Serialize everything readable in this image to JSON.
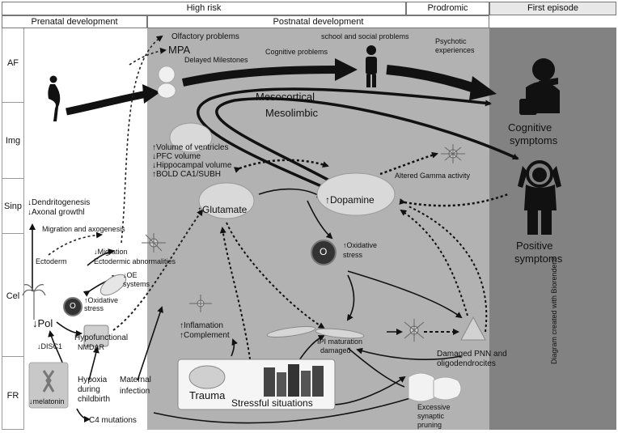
{
  "headers": {
    "high_risk": "High risk",
    "prodromic": "Prodromic",
    "first_episode": "First episode",
    "prenatal": "Prenatal development",
    "postnatal": "Postnatal development"
  },
  "row_labels": [
    "AF",
    "Img",
    "Sinp",
    "Cel",
    "FR"
  ],
  "labels": {
    "olfactory": "Olfactory problems",
    "mpa": "MPA",
    "delayed": "Delayed Milestones",
    "cognitive_problems": "Cognitive problems",
    "school": "school and social problems",
    "psychotic": "Psychotic",
    "psychotic2": "experiences",
    "mesocortical": "Mesocortical",
    "mesolimbic": "Mesolimbic",
    "cognitive_symptoms": "Cognitive",
    "cognitive_symptoms2": "symptoms",
    "img1": "↑Volume of ventricles",
    "img2": "↓PFC volume",
    "img3": "↓Hippocampal volume",
    "img4": "↑BOLD CA1/SUBH",
    "gamma": "Altered Gamma activity",
    "dopamine": "↑Dopamine",
    "glutamate": "↑Glutamate",
    "positive_symptoms": "Positive",
    "positive_symptoms2": "symptoms",
    "dendrito": "↓Dendritogenesis",
    "axonal": "↓Axonal growthl",
    "migration_axo": "Migration and axogenesis",
    "ectoderm": "Ectoderm",
    "migration": "↓Migration",
    "ecto_abn": "Ectodermic abnormalities",
    "oxid_big": "↑Oxidative",
    "oxid_big2": "stress",
    "oe": "↓OE",
    "oe2": "systems",
    "oxid_small": "↑Oxidative",
    "oxid_small2": "stress",
    "pol": "↓Pol",
    "disc1": "↓DISC1",
    "hypo": "Hypofunctional",
    "hypo2": "NMDAR",
    "inflam": "↑Inflamation",
    "complement": "↑Complement",
    "ipi": "IPI maturation",
    "ipi2": "damaged",
    "pnn": "Damaged PNN and",
    "pnn2": "oligodendrocites",
    "melatonin": "↓melatonin",
    "hypoxia": "Hypoxia",
    "hypoxia2": "during",
    "hypoxia3": "childbirth",
    "maternal": "Maternal",
    "maternal2": "infection",
    "c4": "C4 mutations",
    "trauma": "Trauma",
    "stressful": "Stressful situations",
    "excessive": "Excessive",
    "excessive2": "synaptic",
    "excessive3": "pruning",
    "credit": "Diagram created with Biorender®",
    "o_big": "O",
    "o_small": "O"
  },
  "colors": {
    "postnatal_bg": "#b2b2b2",
    "first_episode_bg": "#828282",
    "arrow": "#111111"
  }
}
